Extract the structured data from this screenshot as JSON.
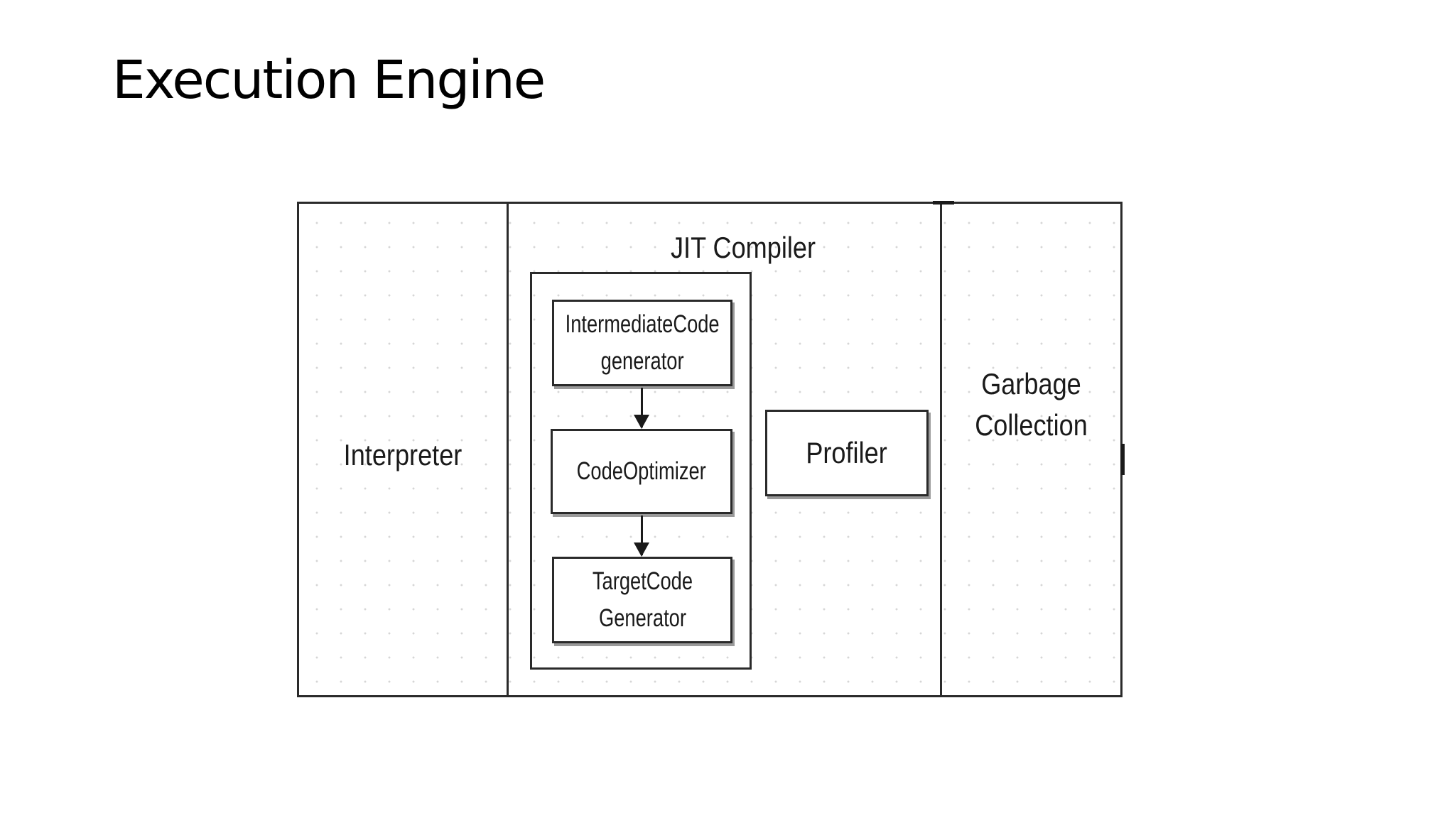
{
  "slide": {
    "title": "Execution Engine"
  },
  "diagram": {
    "interpreter": {
      "label": "Interpreter"
    },
    "jit_compiler": {
      "label": "JIT Compiler",
      "stages": [
        {
          "label": "IntermediateCode\ngenerator"
        },
        {
          "label": "CodeOptimizer"
        },
        {
          "label": "TargetCode\nGenerator"
        }
      ],
      "profiler": {
        "label": "Profiler"
      }
    },
    "garbage_collection": {
      "label": "Garbage\nCollection"
    }
  },
  "colors": {
    "border": "#2a2a2a",
    "text": "#1a1a1a",
    "grid_dot": "#d6d6d6",
    "background": "#ffffff"
  }
}
